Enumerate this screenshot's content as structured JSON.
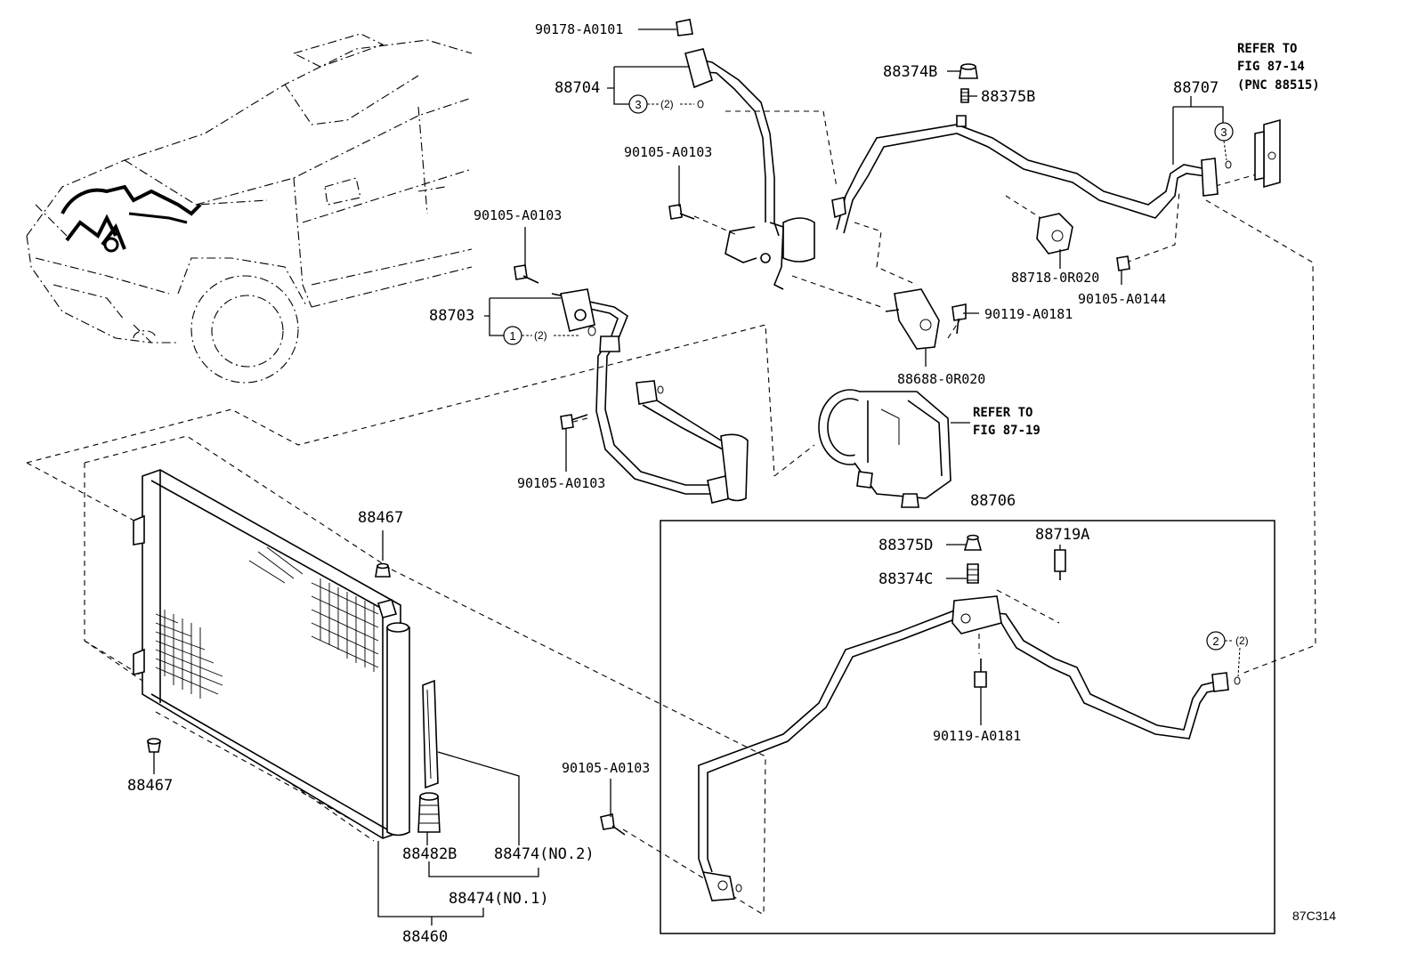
{
  "diagram_id": "87C314",
  "labels": {
    "p90178_A0101": "90178-A0101",
    "p88704": "88704",
    "p90105_A0103_top": "90105-A0103",
    "p90105_A0103_left": "90105-A0103",
    "p90105_A0103_mid": "90105-A0103",
    "p90105_A0103_bottom": "90105-A0103",
    "p88703": "88703",
    "p88374B": "88374B",
    "p88375B": "88375B",
    "p88707": "88707",
    "refer_87_14_line1": "REFER TO",
    "refer_87_14_line2": "FIG 87-14",
    "refer_87_14_line3": "(PNC 88515)",
    "p88718_0R020": "88718-0R020",
    "p90105_A0144": "90105-A0144",
    "p90119_A0181_top": "90119-A0181",
    "p88688_0R020": "88688-0R020",
    "refer_87_19_line1": "REFER TO",
    "refer_87_19_line2": "FIG 87-19",
    "p88706": "88706",
    "p88375D": "88375D",
    "p88374C": "88374C",
    "p88719A": "88719A",
    "p90119_A0181_bottom": "90119-A0181",
    "p88467_top": "88467",
    "p88467_bottom": "88467",
    "p88482B": "88482B",
    "p88474_no2": "88474(NO.2)",
    "p88474_no1": "88474(NO.1)",
    "p88460": "88460"
  },
  "callouts": {
    "c3_top": "3",
    "c3_top_qty": "(2)",
    "c1": "1",
    "c1_qty": "(2)",
    "c3_right": "3",
    "c2": "2",
    "c2_qty": "(2)"
  }
}
